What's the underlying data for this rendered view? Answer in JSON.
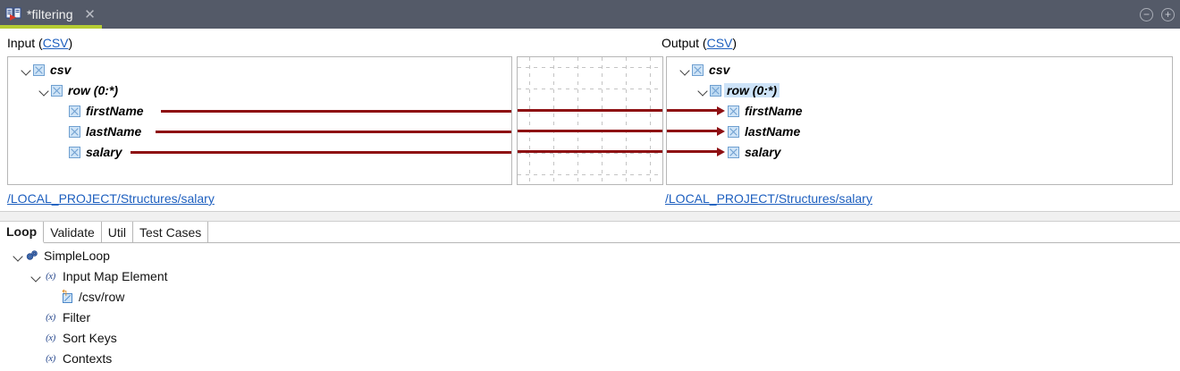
{
  "titlebar": {
    "tab_label": "*filtering",
    "tab_icon": "mapping-file-icon",
    "close_icon": "✕",
    "minimize_icon": "−",
    "maximize_icon": "+",
    "accent_color": "#b5cc33",
    "background_color": "#545a68"
  },
  "editor": {
    "input": {
      "label": "Input",
      "format_link": "CSV",
      "open_paren": "(",
      "close_paren": ")",
      "structure_link": "/LOCAL_PROJECT/Structures/salary",
      "tree": [
        {
          "label": "csv",
          "indent": 0,
          "expandable": true,
          "selected": false
        },
        {
          "label": "row (0:*)",
          "indent": 1,
          "expandable": true,
          "selected": false
        },
        {
          "label": "firstName",
          "indent": 2,
          "expandable": false,
          "selected": false
        },
        {
          "label": "lastName",
          "indent": 2,
          "expandable": false,
          "selected": false
        },
        {
          "label": "salary",
          "indent": 2,
          "expandable": false,
          "selected": false
        }
      ]
    },
    "output": {
      "label": "Output",
      "format_link": "CSV",
      "open_paren": "(",
      "close_paren": ")",
      "structure_link": "/LOCAL_PROJECT/Structures/salary",
      "tree": [
        {
          "label": "csv",
          "indent": 0,
          "expandable": true,
          "selected": false
        },
        {
          "label": "row (0:*)",
          "indent": 1,
          "expandable": true,
          "selected": true
        },
        {
          "label": "firstName",
          "indent": 2,
          "expandable": false,
          "selected": false
        },
        {
          "label": "lastName",
          "indent": 2,
          "expandable": false,
          "selected": false
        },
        {
          "label": "salary",
          "indent": 2,
          "expandable": false,
          "selected": false
        }
      ]
    },
    "mappings": [
      {
        "from": "firstName",
        "to": "firstName"
      },
      {
        "from": "lastName",
        "to": "lastName"
      },
      {
        "from": "salary",
        "to": "salary"
      }
    ],
    "link_color": "#1d5fbf",
    "connection_color": "#8e1013"
  },
  "bottom": {
    "tabs": [
      {
        "label": "Loop",
        "active": true
      },
      {
        "label": "Validate",
        "active": false
      },
      {
        "label": "Util",
        "active": false
      },
      {
        "label": "Test Cases",
        "active": false
      }
    ],
    "tree": [
      {
        "label": "SimpleLoop",
        "indent": 0,
        "icon": "gears-icon",
        "expandable": true
      },
      {
        "label": "Input Map Element",
        "indent": 1,
        "icon": "variable-icon",
        "expandable": true
      },
      {
        "label": "/csv/row",
        "indent": 2,
        "icon": "map-element-icon",
        "expandable": false
      },
      {
        "label": "Filter",
        "indent": 1,
        "icon": "variable-icon",
        "expandable": false
      },
      {
        "label": "Sort Keys",
        "indent": 1,
        "icon": "variable-icon",
        "expandable": false
      },
      {
        "label": "Contexts",
        "indent": 1,
        "icon": "variable-icon",
        "expandable": false
      }
    ],
    "variable_glyph": "(x)"
  }
}
